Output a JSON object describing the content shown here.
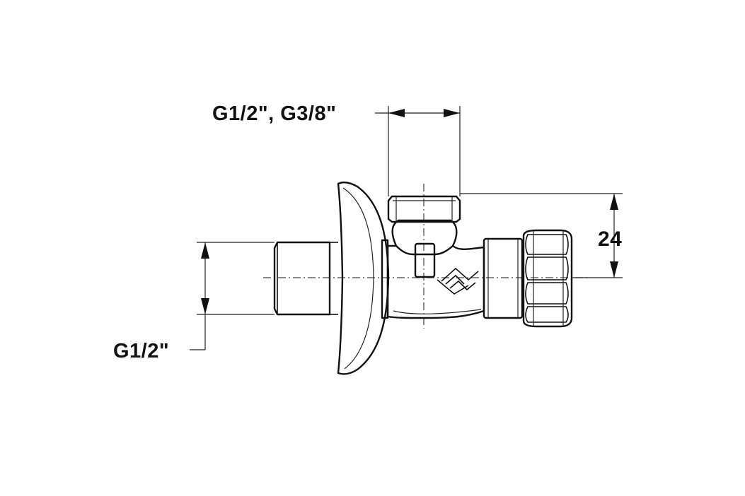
{
  "drawing": {
    "labels": {
      "outlet_thread": "G1/2\", G3/8\"",
      "inlet_thread": "G1/2\"",
      "offset_dimension": "24"
    }
  }
}
